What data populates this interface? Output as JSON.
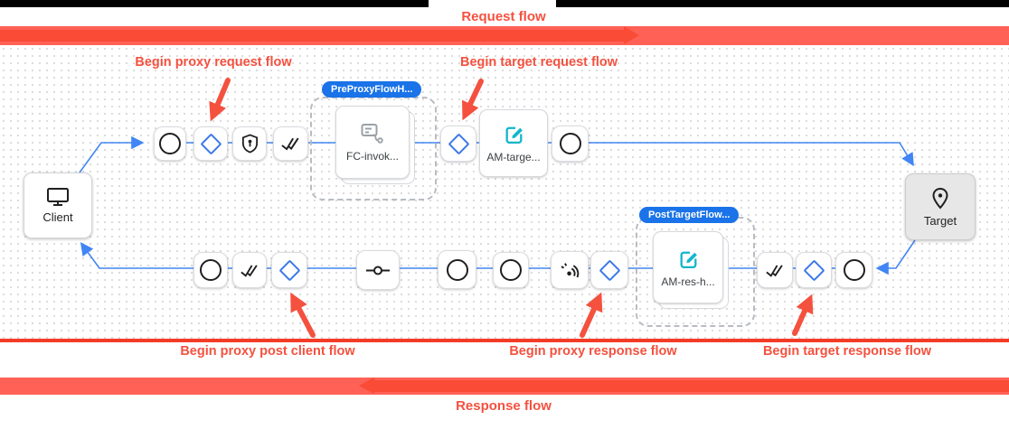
{
  "titles": {
    "request_flow": "Request flow",
    "response_flow": "Response flow"
  },
  "annotations": {
    "proxy_request": "Begin proxy request flow",
    "target_request": "Begin target request flow",
    "proxy_post_client": "Begin proxy post client flow",
    "proxy_response": "Begin proxy response flow",
    "target_response": "Begin target response flow"
  },
  "badges": {
    "pre_proxy": "PreProxyFlowH...",
    "post_target": "PostTargetFlow..."
  },
  "nodes": {
    "client": "Client",
    "target": "Target",
    "fc_invoke": "FC-invok...",
    "am_target": "AM-targe...",
    "am_response": "AM-res-h..."
  },
  "icons": {
    "monitor-icon": "desktop client display",
    "pin-icon": "location pin target",
    "circle-icon": "circle flow step",
    "diamond-icon": "blue condition diamond",
    "shield-keyhole-icon": "security shield policy",
    "double-check-icon": "done-all double checkmark",
    "commit-icon": "circle on connector line",
    "signal-waves-icon": "broadcast signal waves",
    "flow-callout-icon": "flow callout branch",
    "edit-square-icon": "teal assign-message pencil square"
  },
  "colors": {
    "annotation_red": "#f4513f",
    "bar_red": "#ff6156",
    "arrow_red": "#f94b35",
    "flow_blue": "#4285f4",
    "diamond_blue": "#3b78e7",
    "badge_blue": "#1a73e8",
    "policy_teal": "#12b5cb",
    "icon_gray": "#9aa0a6",
    "target_bg": "#e7e7e7"
  }
}
